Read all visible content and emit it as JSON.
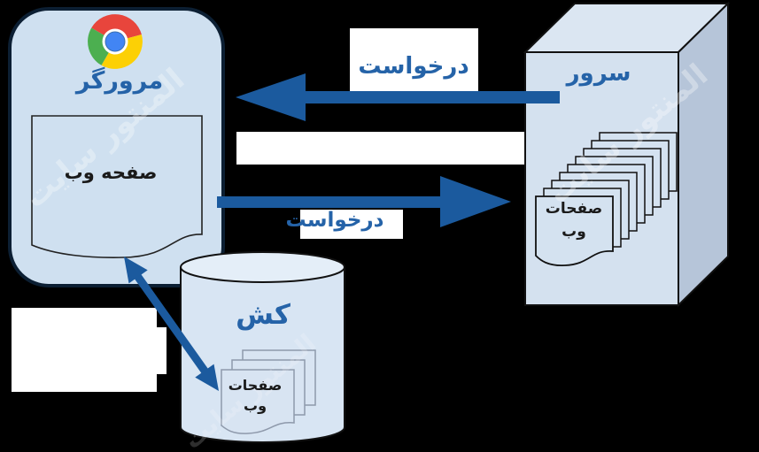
{
  "diagram": {
    "browser": {
      "title": "مرورگر",
      "document_label": "صفحه وب"
    },
    "server": {
      "title": "سرور",
      "documents_line1": "صفحات",
      "documents_line2": "وب"
    },
    "cache": {
      "title": "کش",
      "documents_line1": "صفحات",
      "documents_line2": "وب"
    },
    "arrows": {
      "server_to_browser_label": "درخواست",
      "browser_to_server_label": "درخواست"
    },
    "watermark": "المنتور سایت",
    "colors": {
      "background": "#000000",
      "shape_fill": "#cfe0f0",
      "server_front": "#d4e1ef",
      "server_side": "#b6c5d9",
      "server_top": "#dbe6f2",
      "cylinder_fill": "#d8e5f3",
      "arrow_blue": "#1b5a9e",
      "label_blue": "#2563a8",
      "chrome_red": "#e8453c",
      "chrome_yellow": "#fcd005",
      "chrome_green": "#4caf50",
      "chrome_blue": "#4285f4"
    }
  }
}
